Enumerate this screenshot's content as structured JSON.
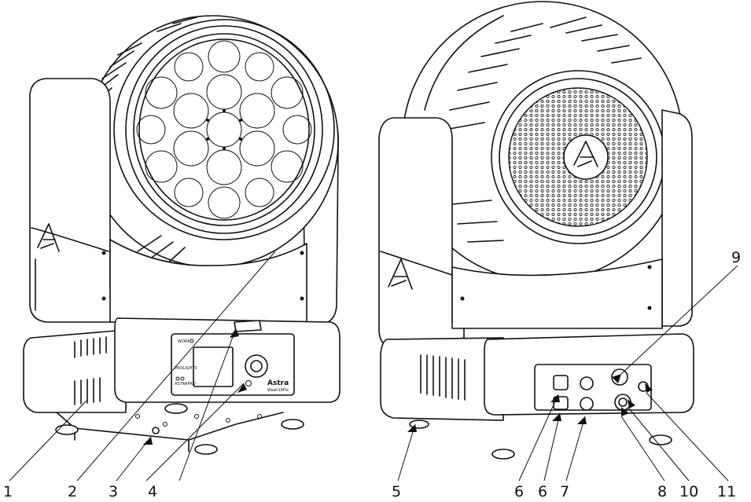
{
  "callouts": [
    "1",
    "2",
    "3",
    "4",
    "5",
    "6",
    "6",
    "7",
    "8",
    "10",
    "11",
    "9"
  ],
  "panel": {
    "brand": "Astra",
    "model": "Wash19Pix",
    "work_label": "WORK",
    "panel_brand": "PROLIGHTS",
    "panel_sub": "ASTRAPRO"
  },
  "colors": {
    "line": "#111111",
    "background": "#ffffff",
    "hex_grid": "#333333"
  }
}
